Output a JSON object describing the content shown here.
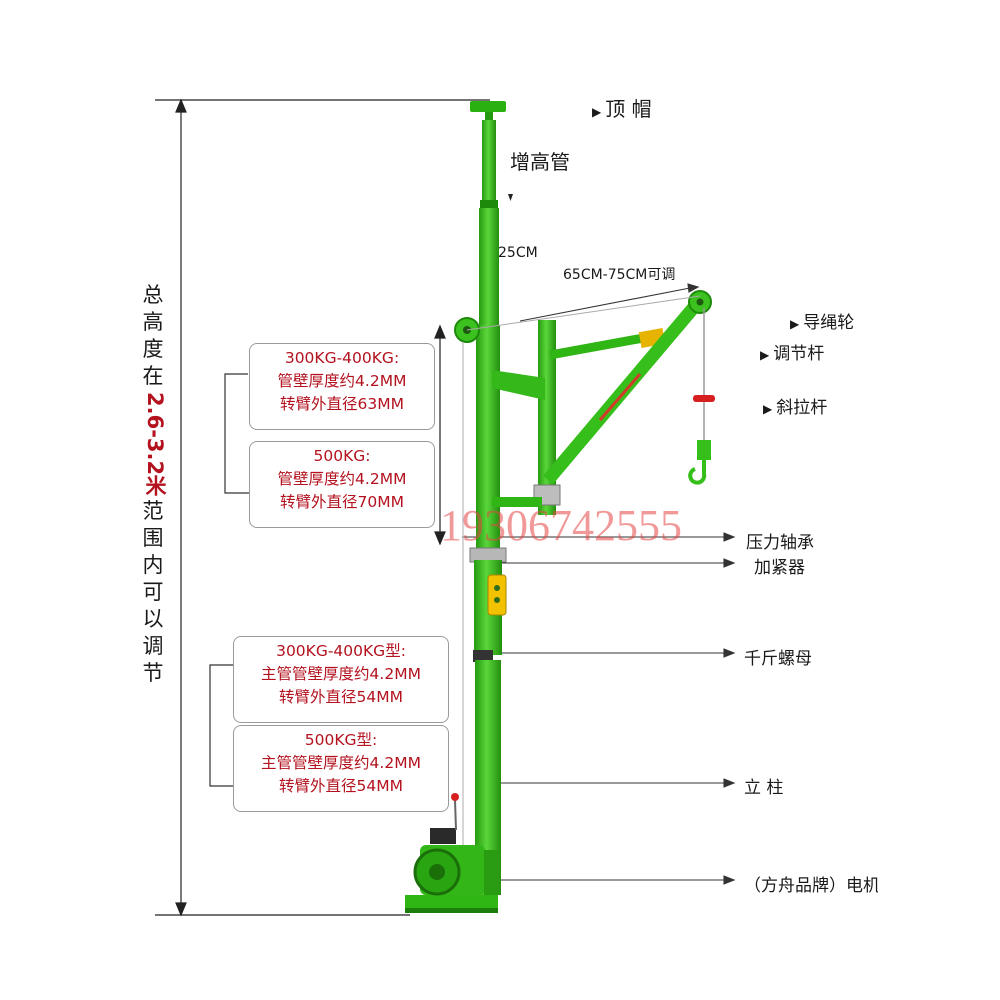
{
  "labels": {
    "top_cap": "顶 帽",
    "extension_tube": "增高管",
    "extension_length": "25CM",
    "arm_length": "65CM-75CM可调",
    "rope_pulley": "导绳轮",
    "adjust_rod": "调节杆",
    "diagonal_rod": "斜拉杆",
    "pressure_bearing": "压力轴承",
    "tightener": "加紧器",
    "jack_nut": "千斤螺母",
    "column": "立 柱",
    "motor": "（方舟品牌）电机"
  },
  "total_height_text": [
    "总",
    "高",
    "度",
    "在",
    "2.6-3.2米",
    "范",
    "围",
    "内",
    "可",
    "以",
    "调",
    "节"
  ],
  "spec_boxes": [
    {
      "lines": [
        "300KG-400KG:",
        "管壁厚度约4.2MM",
        "转臂外直径63MM"
      ]
    },
    {
      "lines": [
        "500KG:",
        "管壁厚度约4.2MM",
        "转臂外直径70MM"
      ]
    },
    {
      "lines": [
        "300KG-400KG型:",
        "主管管壁厚度约4.2MM",
        "转臂外直径54MM"
      ]
    },
    {
      "lines": [
        "500KG型:",
        "主管管壁厚度约4.2MM",
        "转臂外直径54MM"
      ]
    }
  ],
  "watermark_phone": "19306742555",
  "colors": {
    "machine_green": "#3cc21e",
    "dark_green": "#259a10",
    "spec_text": "#b3121e"
  }
}
